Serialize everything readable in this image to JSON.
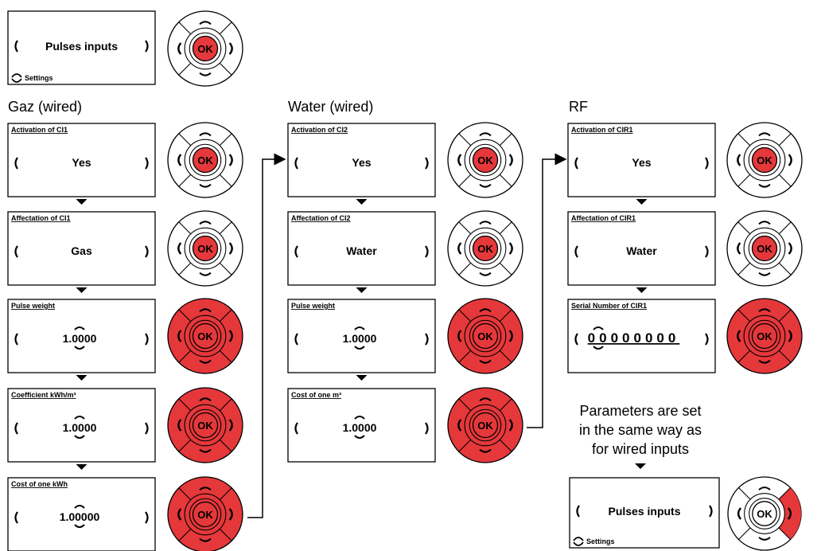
{
  "headers": {
    "gas": "Gaz (wired)",
    "water": "Water (wired)",
    "rf": "RF"
  },
  "top_screen": {
    "value": "Pulses inputs",
    "footer": "Settings"
  },
  "screens": [
    {
      "title": "Activation of CI1",
      "value": "Yes",
      "ud_arrows": false,
      "keypad": "ok"
    },
    {
      "title": "Affectation of CI1",
      "value": "Gas",
      "ud_arrows": false,
      "keypad": "ok"
    },
    {
      "title": "Pulse weight",
      "value": "1.0000",
      "ud_arrows": true,
      "keypad": "full"
    },
    {
      "title": "Coefficient kWh/m³",
      "value": "1.0000",
      "ud_arrows": true,
      "keypad": "full"
    },
    {
      "title": "Cost of one kWh",
      "value": "1.00000",
      "ud_arrows": true,
      "keypad": "full"
    },
    {
      "title": "Activation of CI2",
      "value": "Yes",
      "ud_arrows": false,
      "keypad": "ok"
    },
    {
      "title": "Affectation of CI2",
      "value": "Water",
      "ud_arrows": false,
      "keypad": "ok"
    },
    {
      "title": "Pulse weight",
      "value": "1.0000",
      "ud_arrows": true,
      "keypad": "full"
    },
    {
      "title": "Cost of one m³",
      "value": "1.0000",
      "ud_arrows": true,
      "keypad": "full"
    },
    {
      "title": "Activation of CIR1",
      "value": "Yes",
      "ud_arrows": false,
      "keypad": "ok"
    },
    {
      "title": "Affectation of CIR1",
      "value": "Water",
      "ud_arrows": false,
      "keypad": "ok"
    },
    {
      "title": "Serial Number of CIR1",
      "value": "00000000",
      "ud_arrows": true,
      "keypad": "full"
    }
  ],
  "note_lines": [
    "Parameters are set",
    "in the same way as",
    "for wired inputs"
  ],
  "bottom_screen": {
    "value": "Pulses inputs",
    "footer": "Settings"
  },
  "colors": {
    "red": "#e5383b",
    "black": "#000000",
    "white": "#ffffff"
  }
}
